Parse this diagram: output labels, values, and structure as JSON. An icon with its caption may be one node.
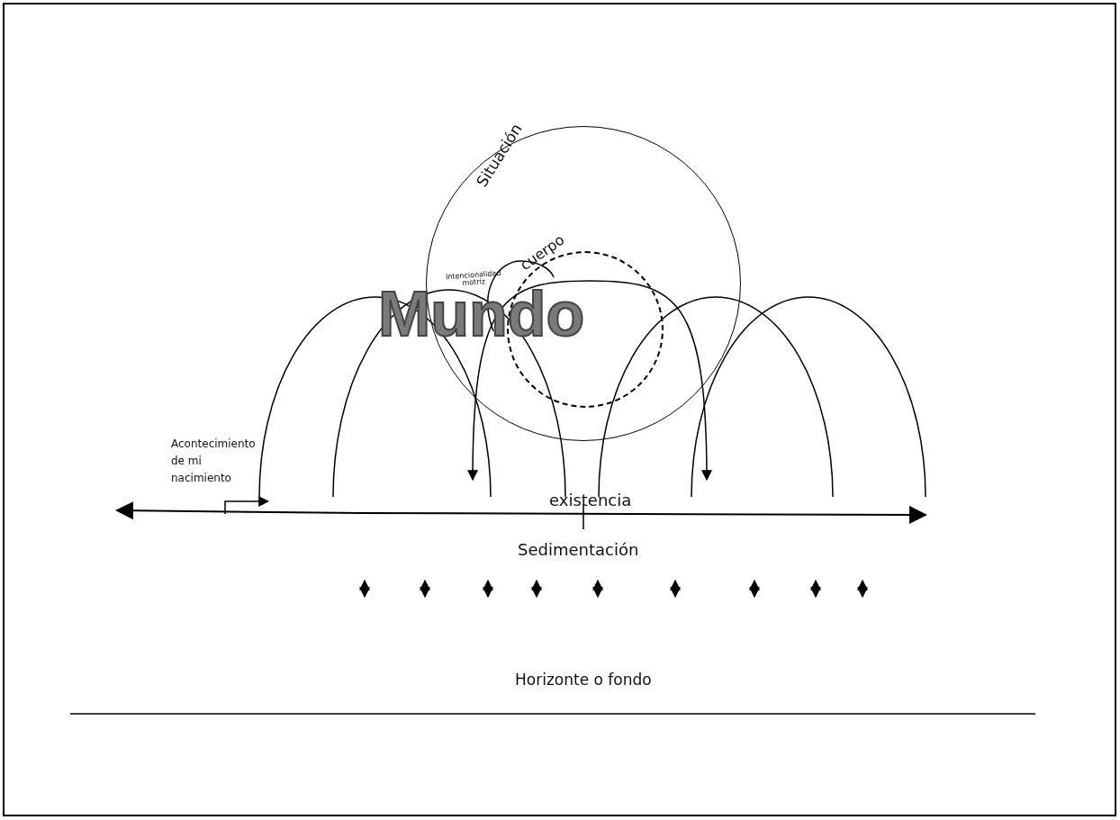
{
  "diagram": {
    "nodes": [
      {
        "text": [
          "Situación"
        ]
      },
      {
        "text": [
          "cuerpo"
        ],
        "in": 0
      }
    ],
    "labels": [
      "Intencionalidad motriz",
      "Mundo",
      "Acontecimiento de mi nacimiento",
      "existencia",
      "Sedimentación",
      "Horizonte o fondo"
    ]
  }
}
